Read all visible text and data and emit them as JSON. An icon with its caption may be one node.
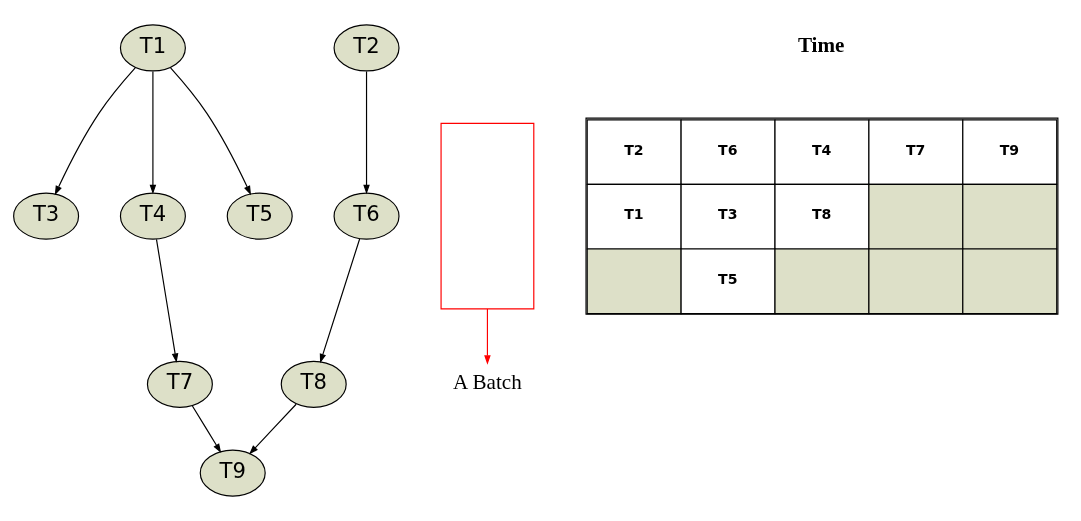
{
  "diagram": {
    "nodes": [
      {
        "text": [
          "T1"
        ]
      },
      {
        "text": [
          "T2"
        ]
      },
      {
        "text": [
          "T3"
        ]
      },
      {
        "text": [
          "T4"
        ]
      },
      {
        "text": [
          "T5"
        ]
      },
      {
        "text": [
          "T6"
        ]
      },
      {
        "text": [
          "T7"
        ]
      },
      {
        "text": [
          "T8"
        ]
      },
      {
        "text": [
          "T9"
        ]
      },
      {
        "text": [],
        "shape": "box"
      },
      {
        "text": [
          "A Batch"
        ]
      }
    ],
    "edges": [
      {
        "from": 0,
        "to": 2,
        "arrow": "to"
      },
      {
        "from": 0,
        "to": 3,
        "arrow": "to"
      },
      {
        "from": 0,
        "to": 4,
        "arrow": "to"
      },
      {
        "from": 1,
        "to": 5,
        "arrow": "to"
      },
      {
        "from": 3,
        "to": 6,
        "arrow": "to"
      },
      {
        "from": 5,
        "to": 7,
        "arrow": "to"
      },
      {
        "from": 6,
        "to": 8,
        "arrow": "to"
      },
      {
        "from": 7,
        "to": 8,
        "arrow": "to"
      },
      {
        "from": 9,
        "to": 10,
        "arrow": "to",
        "color": "#ff0000"
      }
    ],
    "labels": [
      "Time",
      "T2",
      "T6",
      "T4",
      "T7",
      "T9",
      "T1",
      "T3",
      "T8",
      "T5"
    ]
  }
}
